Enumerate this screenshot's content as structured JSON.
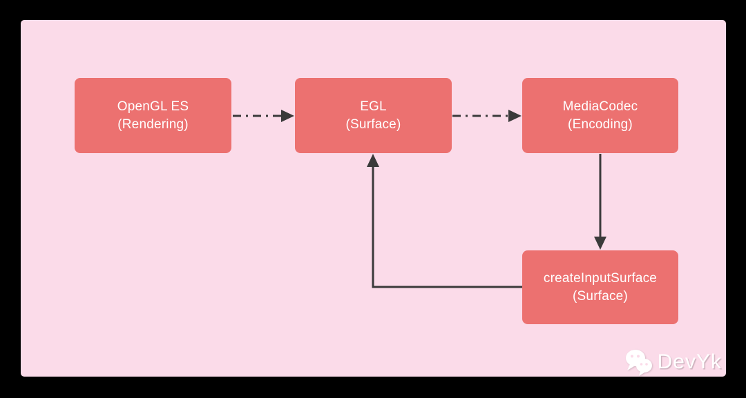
{
  "colors": {
    "frame_bg": "#000000",
    "canvas_bg": "#fbdbe9",
    "node_fill": "#ec7170",
    "node_text": "#ffffff",
    "arrow": "#3a3a3a",
    "watermark_text": "#ffffff"
  },
  "diagram": {
    "type": "flowchart",
    "nodes": [
      {
        "id": "opengl",
        "line1": "OpenGL ES",
        "line2": "(Rendering)"
      },
      {
        "id": "egl",
        "line1": "EGL",
        "line2": "(Surface)"
      },
      {
        "id": "mediacodec",
        "line1": "MediaCodec",
        "line2": "(Encoding)"
      },
      {
        "id": "createinputsurface",
        "line1": "createInputSurface",
        "line2": "(Surface)"
      }
    ],
    "edges": [
      {
        "from": "opengl",
        "to": "egl",
        "style": "dash-dot",
        "direction": "right"
      },
      {
        "from": "egl",
        "to": "mediacodec",
        "style": "dash-dot",
        "direction": "right"
      },
      {
        "from": "mediacodec",
        "to": "createinputsurface",
        "style": "solid",
        "direction": "down"
      },
      {
        "from": "createinputsurface",
        "to": "egl",
        "style": "solid-elbow",
        "direction": "left-then-up"
      }
    ]
  },
  "watermark": {
    "icon": "wechat-icon",
    "label": "DevYk"
  }
}
